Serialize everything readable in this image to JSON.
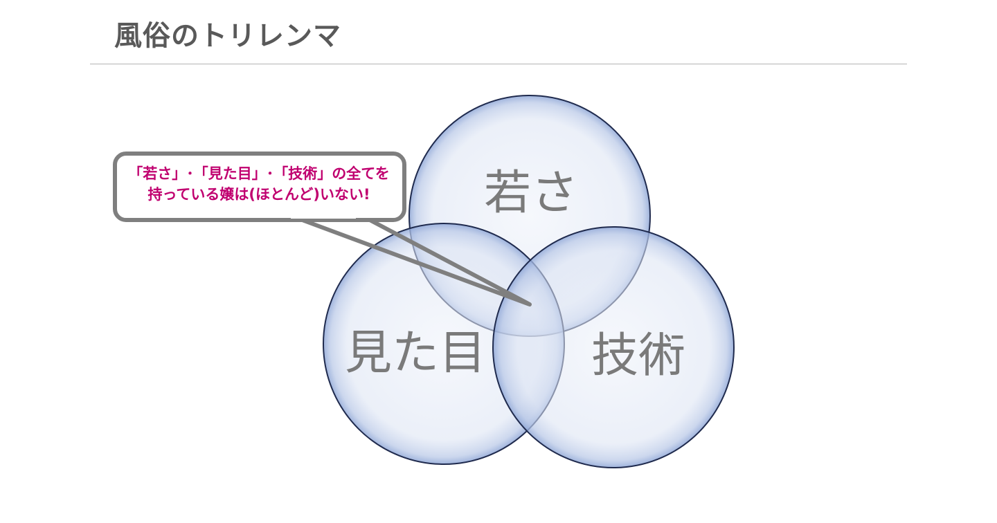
{
  "slide": {
    "title": "風俗のトリレンマ"
  },
  "venn": {
    "circles": [
      {
        "label": "若さ"
      },
      {
        "label": "見た目"
      },
      {
        "label": "技術"
      }
    ],
    "fill_color": "#dde5f3",
    "stroke_color": "#1f2a4d"
  },
  "callout": {
    "line1": "「若さ」･「見た目」･「技術」の全てを",
    "line2": "持っている嬢は(ほとんど)いない!",
    "text_color": "#c0006f",
    "border_color": "#7f7f7f"
  }
}
